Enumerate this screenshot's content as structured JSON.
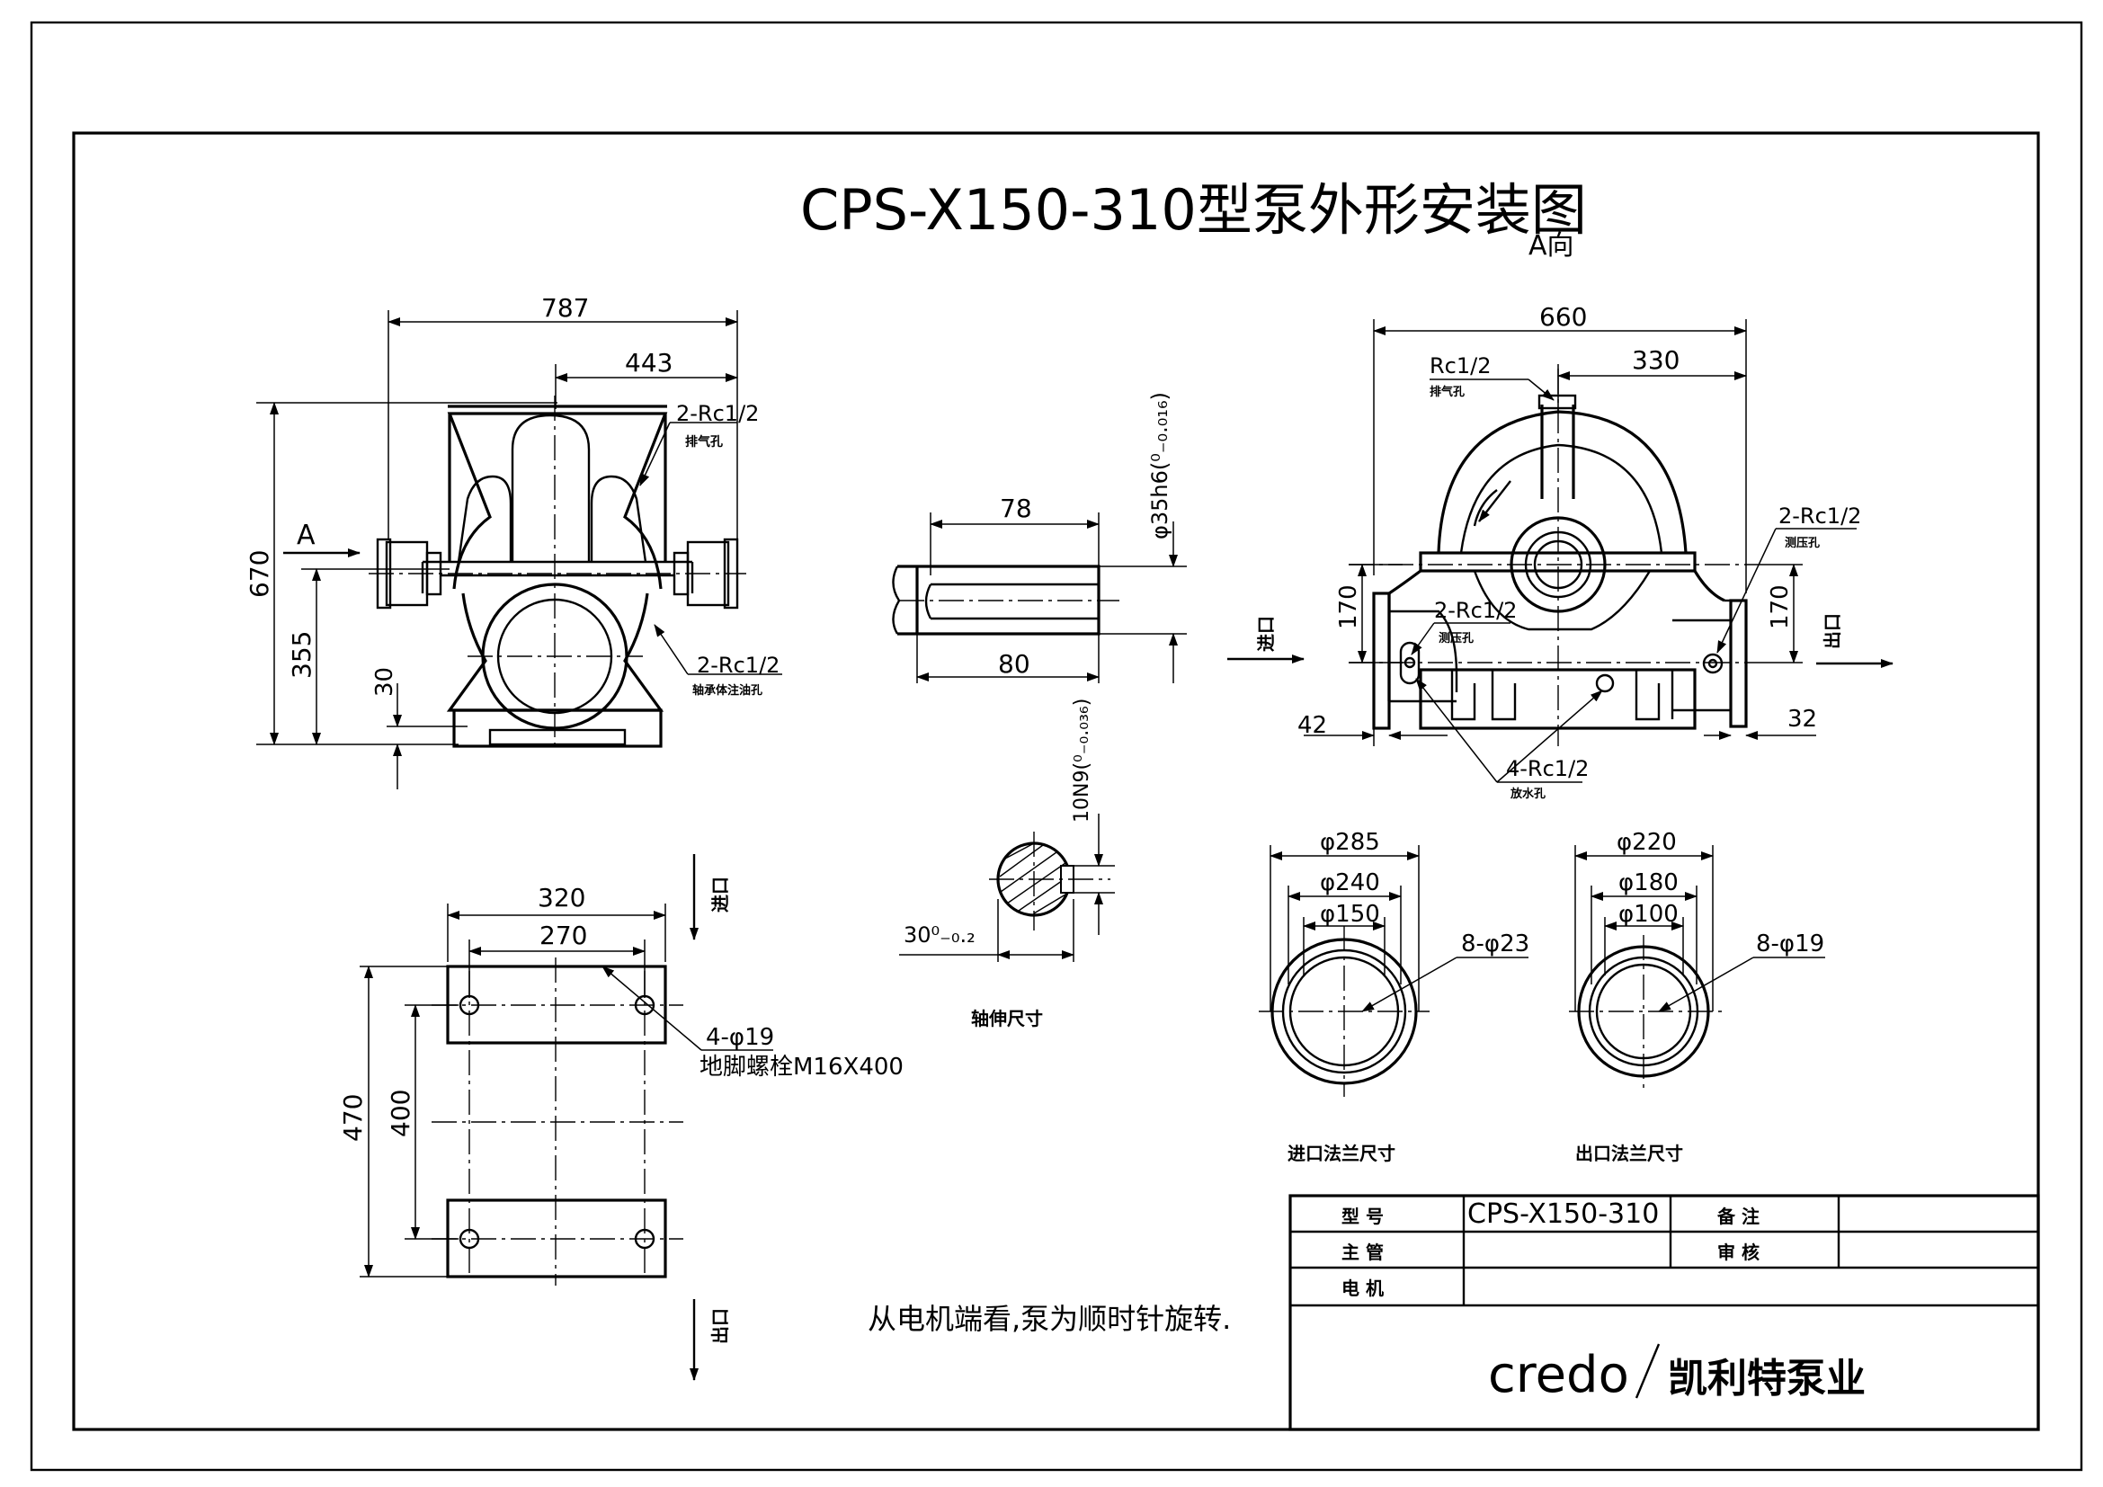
{
  "title": "CPS-X150-310型泵外形安装图",
  "view_label": "A向",
  "view_a_marker": "A",
  "front_view": {
    "dim_width": "787",
    "dim_half": "443",
    "dim_height": "670",
    "dim_center": "355",
    "dim_base": "30",
    "port_top": "2-Rc1/2",
    "port_top_note": "排气孔",
    "port_side": "2-Rc1/2",
    "port_side_note": "轴承体注油孔"
  },
  "shaft": {
    "dim_key_len": "78",
    "dim_len": "80",
    "dim_dia": "φ35h6(⁰₋₀.₀₁₆)",
    "dim_key_w": "10N9(⁰₋₀.₀₃₆)",
    "dim_key_h": "30⁰₋₀.₂",
    "caption": "轴伸尺寸"
  },
  "side_view": {
    "dim_width": "660",
    "dim_half": "330",
    "port_top": "Rc1/2",
    "port_top_note": "排气孔",
    "port_right": "2-Rc1/2",
    "port_right_note": "测压孔",
    "port_mid": "2-Rc1/2",
    "port_mid_note": "测压孔",
    "port_bottom": "4-Rc1/2",
    "port_bottom_note": "放水孔",
    "dim_left_h": "170",
    "dim_right_h": "170",
    "dim_left_off": "42",
    "dim_right_off": "32",
    "inlet_label": "进口",
    "outlet_label": "出口"
  },
  "base_view": {
    "dim_w_outer": "320",
    "dim_w_inner": "270",
    "dim_l_outer": "470",
    "dim_l_inner": "400",
    "holes": "4-φ19",
    "bolt": "地脚螺栓M16X400",
    "inlet_label": "进口",
    "outlet_label": "出口"
  },
  "inlet_flange": {
    "d_outer": "φ285",
    "d_bolt": "φ240",
    "d_bore": "φ150",
    "holes": "8-φ23",
    "caption": "进口法兰尺寸"
  },
  "outlet_flange": {
    "d_outer": "φ220",
    "d_bolt": "φ180",
    "d_bore": "φ100",
    "holes": "8-φ19",
    "caption": "出口法兰尺寸"
  },
  "rotation_note": "从电机端看,泵为顺时针旋转.",
  "title_block": {
    "model_label": "型  号",
    "model_value": "CPS-X150-310",
    "remark_label": "备  注",
    "designer_label": "主  管",
    "review_label": "审  核",
    "motor_label": "电  机",
    "brand": "credo",
    "company": "凯利特泵业"
  }
}
